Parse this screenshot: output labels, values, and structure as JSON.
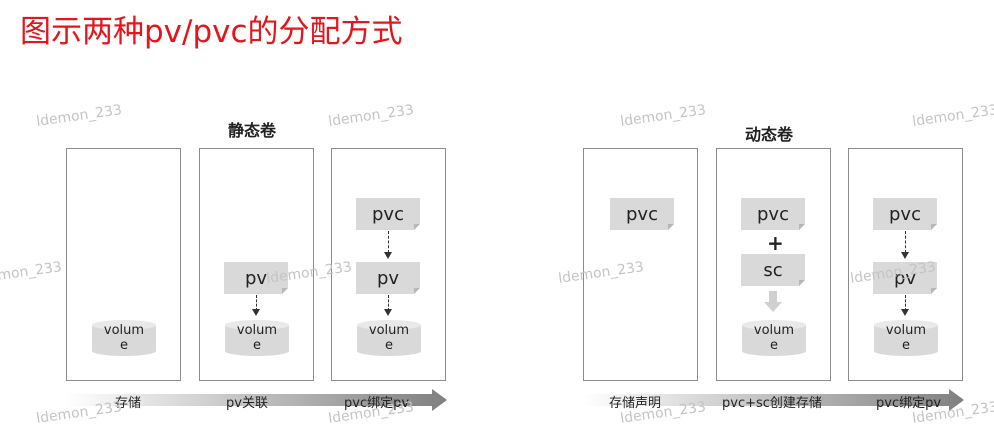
{
  "title": "图示两种pv/pvc的分配方式",
  "static": {
    "label": "静态卷",
    "panel1": {
      "volume": "volume"
    },
    "panel2": {
      "pv": "pv",
      "volume": "volume"
    },
    "panel3": {
      "pvc": "pvc",
      "pv": "pv",
      "volume": "volume"
    },
    "steps": [
      "存储",
      "pv关联",
      "pvc绑定pv"
    ]
  },
  "dynamic": {
    "label": "动态卷",
    "panel1": {
      "pvc": "pvc"
    },
    "panel2": {
      "pvc": "pvc",
      "plus": "+",
      "sc": "sc",
      "volume": "volume"
    },
    "panel3": {
      "pvc": "pvc",
      "pv": "pv",
      "volume": "volume"
    },
    "steps": [
      "存储声明",
      "pvc+sc创建存储",
      "pvc绑定pv"
    ]
  },
  "watermark": "ldemon_233",
  "colors": {
    "title": "#e4151b",
    "note": "#d9d9d9",
    "border": "#8c8c8c"
  }
}
